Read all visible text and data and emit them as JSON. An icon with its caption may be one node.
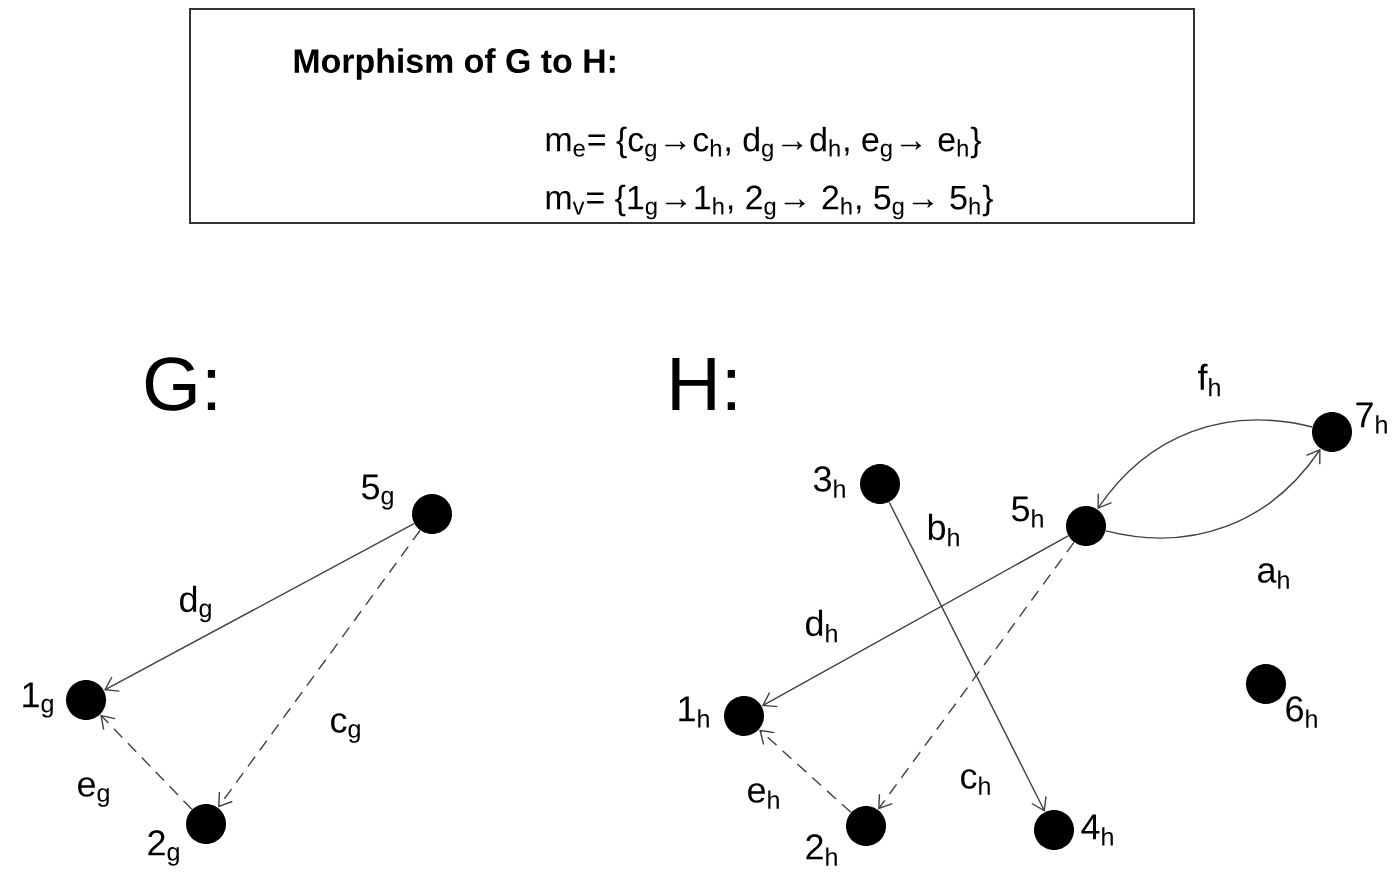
{
  "diagram": {
    "nodes": [
      {
        "text": [
          "Morphism of G to H:",
          "m$_{e}$= {c$_{g}$→c$_{h}$, d$_{g}$→d$_{h}$, e$_{g}$→ e$_{h}$}",
          "m$_{v}$= {1$_{g}$→1$_{h}$, 2$_{g}$→ 2$_{h}$, 5$_{g}$→ 5$_{h}$}"
        ]
      },
      {
        "text": [],
        "shape": "circle",
        "beside": [
          "5$_{g}$"
        ]
      },
      {
        "text": [],
        "shape": "circle",
        "beside": [
          "1$_{g}$"
        ]
      },
      {
        "text": [],
        "shape": "circle",
        "beside": [
          "2$_{g}$"
        ]
      },
      {
        "text": [],
        "shape": "circle",
        "beside": [
          "7$_{h}$"
        ]
      },
      {
        "text": [],
        "shape": "circle",
        "beside": [
          "3$_{h}$"
        ]
      },
      {
        "text": [],
        "shape": "circle",
        "beside": [
          "5$_{h}$"
        ]
      },
      {
        "text": [],
        "shape": "circle",
        "beside": [
          "6$_{h}$"
        ]
      },
      {
        "text": [],
        "shape": "circle",
        "beside": [
          "1$_{h}$"
        ]
      },
      {
        "text": [],
        "shape": "circle",
        "beside": [
          "2$_{h}$"
        ]
      },
      {
        "text": [],
        "shape": "circle",
        "beside": [
          "4$_{h}$"
        ]
      }
    ],
    "edges": [
      {
        "from": 1,
        "to": 2,
        "arrow": "to",
        "label": "d$_{g}$"
      },
      {
        "from": 1,
        "to": 3,
        "arrow": "to",
        "label": "c$_{g}$",
        "style": "dashed"
      },
      {
        "from": 3,
        "to": 2,
        "arrow": "to",
        "label": "e$_{g}$",
        "style": "dashed"
      },
      {
        "from": 6,
        "to": 4,
        "arrow": "to",
        "label": "a$_{h}$"
      },
      {
        "from": 4,
        "to": 6,
        "arrow": "to",
        "label": "f$_{h}$"
      },
      {
        "from": 5,
        "to": 10,
        "arrow": "to",
        "label": "b$_{h}$"
      },
      {
        "from": 6,
        "to": 8,
        "arrow": "to",
        "label": "d$_{h}$"
      },
      {
        "from": 6,
        "to": 9,
        "arrow": "to",
        "label": "c$_{h}$",
        "style": "dashed"
      },
      {
        "from": 9,
        "to": 8,
        "arrow": "to",
        "label": "e$_{h}$",
        "style": "dashed"
      }
    ],
    "labels": [
      "G:",
      "H:"
    ]
  }
}
